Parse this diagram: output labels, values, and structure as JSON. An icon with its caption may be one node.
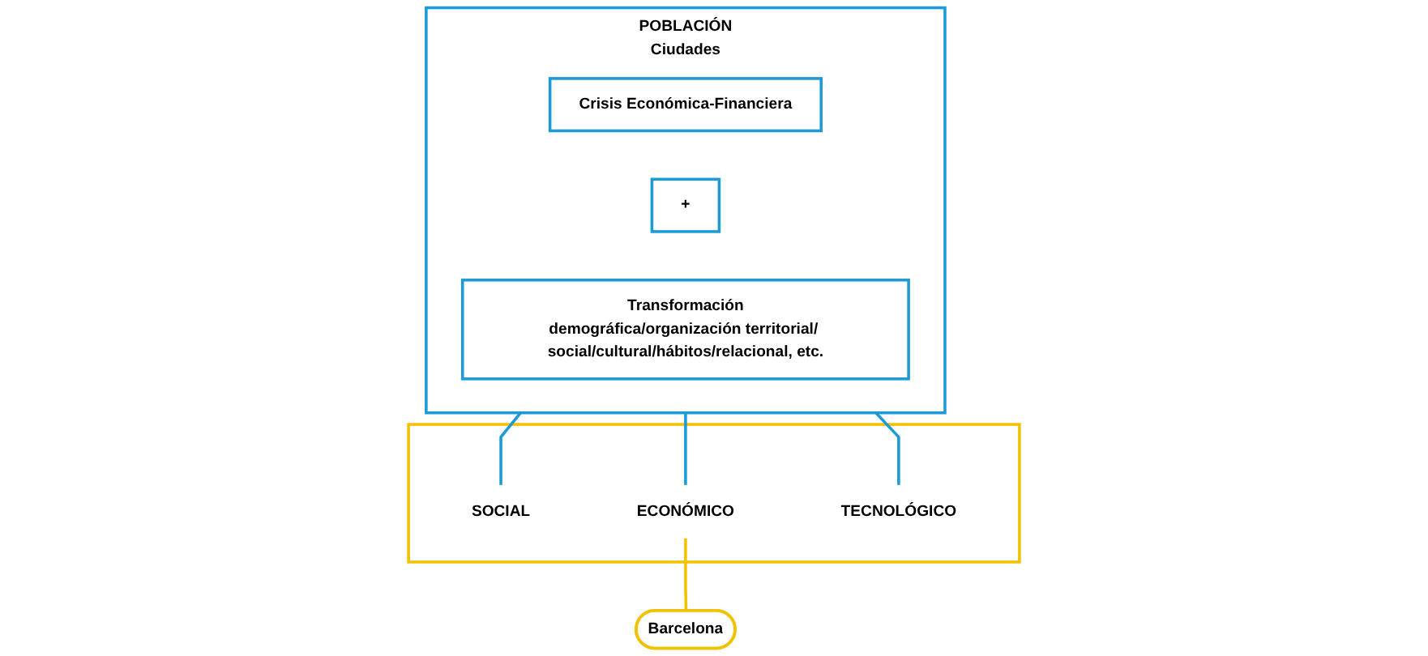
{
  "diagram": {
    "nodes": [
      {
        "text": [
          "POBLACIÓN",
          "Ciudades"
        ]
      },
      {
        "text": [
          "Crisis Económica-Financiera"
        ],
        "in": 0
      },
      {
        "text": [
          "+"
        ],
        "in": 0
      },
      {
        "text": [
          "Transformación",
          "demográfica/organización territorial/ social/cultural/hábitos/relacional, etc."
        ],
        "in": 0
      },
      {
        "text": [],
        "shape": "box"
      },
      {
        "text": [
          "SOCIAL"
        ],
        "in": 4
      },
      {
        "text": [
          "ECONÓMICO"
        ],
        "in": 4
      },
      {
        "text": [
          "TECNOLÓGICO"
        ],
        "in": 4
      },
      {
        "text": [
          "Barcelona"
        ]
      }
    ],
    "edges": [
      {
        "from": 0,
        "to": 5,
        "arrow": "none"
      },
      {
        "from": 0,
        "to": 6,
        "arrow": "none"
      },
      {
        "from": 0,
        "to": 7,
        "arrow": "none"
      },
      {
        "from": 6,
        "to": 8,
        "arrow": "none",
        "color": "#f2c200"
      }
    ]
  }
}
